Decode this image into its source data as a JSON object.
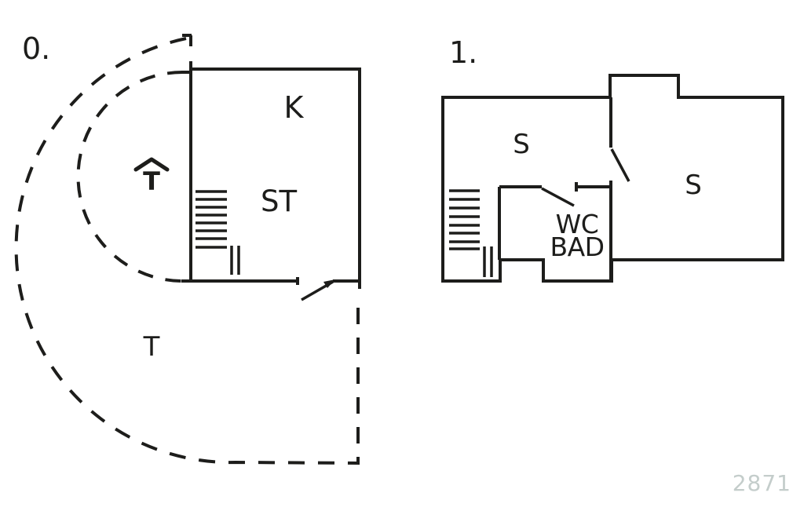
{
  "colors": {
    "line": "#1d1d1b",
    "watermark": "#c4cdcb",
    "background": "#ffffff"
  },
  "floor0": {
    "label": "0.",
    "kitchen_label": "K",
    "living_label": "ST",
    "terrace_label": "T",
    "entrance_letter": "T",
    "icons": {
      "entrance": "chevron-up-entrance-icon",
      "stairs": "stairs-hatch-icon",
      "terrace_boundary": "dashed-terrace-boundary",
      "door": "door-swing-icon"
    }
  },
  "floor1": {
    "label": "1.",
    "bedroom_left_label": "S",
    "bedroom_right_label": "S",
    "bath_label_line1": "WC",
    "bath_label_line2": "BAD",
    "icons": {
      "stairs": "stairs-hatch-icon",
      "doors": "door-swing-icon"
    }
  },
  "watermark": "2871"
}
